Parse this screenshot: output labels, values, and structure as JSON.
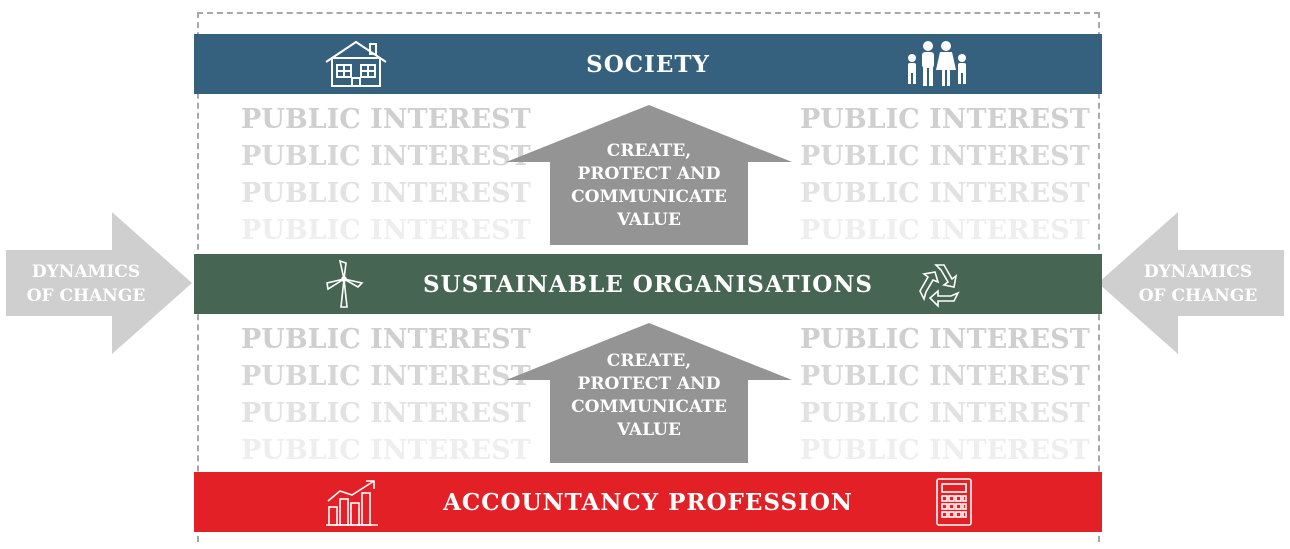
{
  "bands": {
    "society": "SOCIETY",
    "sustainable": "SUSTAINABLE ORGANISATIONS",
    "accountancy": "ACCOUNTANCY PROFESSION"
  },
  "public_interest": [
    "PUBLIC INTEREST",
    "PUBLIC INTEREST",
    "PUBLIC INTEREST",
    "PUBLIC INTEREST"
  ],
  "up_arrow_text": [
    "CREATE,",
    "PROTECT AND",
    "COMMUNICATE",
    "VALUE"
  ],
  "side_arrow_text": [
    "DYNAMICS",
    "OF CHANGE"
  ],
  "icons": {
    "society_left": "house-icon",
    "society_right": "family-icon",
    "sustain_left": "wind-turbine-icon",
    "sustain_right": "recycle-icon",
    "accountancy_left": "bar-chart-growth-icon",
    "accountancy_right": "calculator-icon"
  },
  "colors": {
    "society": "#35617f",
    "sustainable": "#476553",
    "accountancy": "#e32026",
    "arrow": "#949494",
    "side_arrow": "#cfcfcf",
    "public_interest": "#cfcfcf"
  }
}
